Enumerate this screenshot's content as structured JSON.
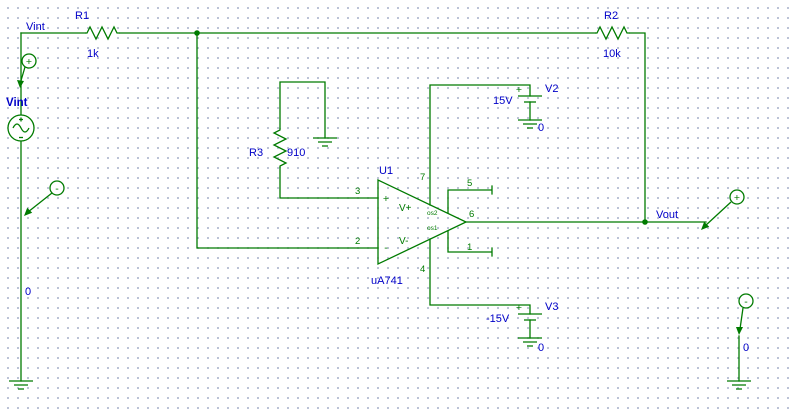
{
  "colors": {
    "canvas": "#ffffff",
    "grid-dot": "#aab2cc",
    "wire": "#007b00",
    "label": "#0000c8"
  },
  "components": {
    "r1": {
      "ref": "R1",
      "value": "1k"
    },
    "r2": {
      "ref": "R2",
      "value": "10k"
    },
    "r3": {
      "ref": "R3",
      "value": "910"
    },
    "u1": {
      "ref": "U1",
      "part": "uA741",
      "input_plus": "+",
      "input_minus": "-",
      "vplus": "V+",
      "vminus": "V-",
      "os2": "os2",
      "os1": "os1",
      "pin1": "1",
      "pin2": "2",
      "pin3": "3",
      "pin4": "4",
      "pin5": "5",
      "pin6": "6",
      "pin7": "7"
    },
    "v2": {
      "ref": "V2",
      "value": "15V",
      "polarity": "+"
    },
    "v3": {
      "ref": "V3",
      "value": "-15V",
      "polarity": "+"
    },
    "vint_source": {
      "ref": "Vint"
    }
  },
  "nets": {
    "vint": "Vint",
    "vout": "Vout",
    "gnd_left": "0",
    "gnd_v2": "0",
    "gnd_v3": "0",
    "gnd_probe": "0"
  },
  "probes": {
    "probe1": "+",
    "probe2": "-",
    "probe3": "+",
    "probe4": "-"
  }
}
